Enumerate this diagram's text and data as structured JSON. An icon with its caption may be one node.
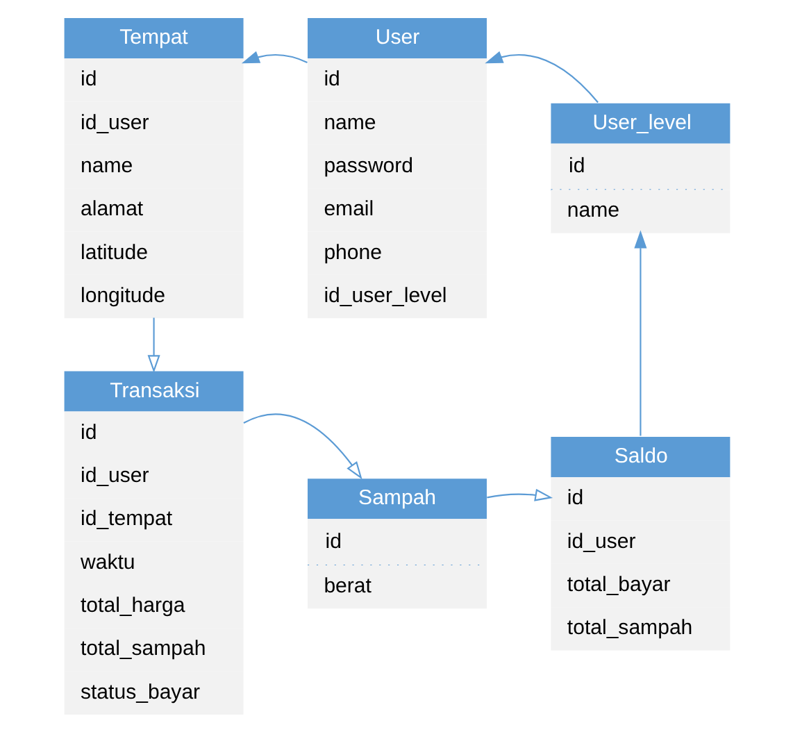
{
  "diagram": {
    "nodes": [
      {
        "text": [
          "Tempat",
          "id",
          "id_user",
          "name",
          "alamat",
          "latitude",
          "longitude"
        ]
      },
      {
        "text": [
          "User",
          "id",
          "name",
          "password",
          "email",
          "phone",
          "id_user_level"
        ]
      },
      {
        "text": [
          "User_level",
          "id",
          "name"
        ]
      },
      {
        "text": [
          "Transaksi",
          "id",
          "id_user",
          "id_tempat",
          "waktu",
          "total_harga",
          "total_sampah",
          "status_bayar"
        ]
      },
      {
        "text": [
          "Sampah",
          "id",
          "berat"
        ]
      },
      {
        "text": [
          "Saldo",
          "id",
          "id_user",
          "total_bayar",
          "total_sampah"
        ]
      }
    ],
    "edges": [
      {
        "from": 1,
        "to": 0,
        "arrow": "to"
      },
      {
        "from": 2,
        "to": 1,
        "arrow": "to"
      },
      {
        "from": 5,
        "to": 2,
        "arrow": "to"
      },
      {
        "from": 0,
        "to": 3,
        "arrow": "to"
      },
      {
        "from": 3,
        "to": 4,
        "arrow": "to"
      },
      {
        "from": 4,
        "to": 5,
        "arrow": "to"
      }
    ]
  }
}
